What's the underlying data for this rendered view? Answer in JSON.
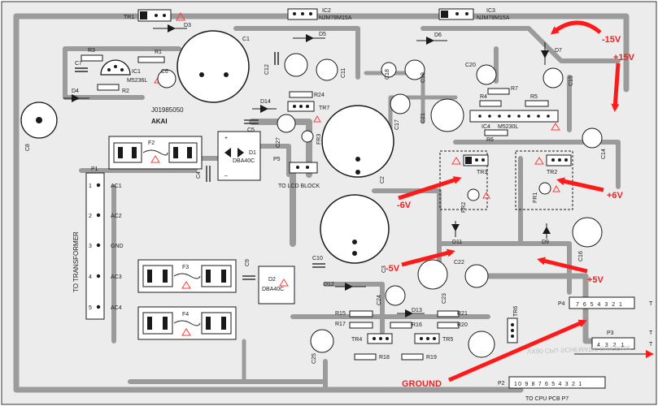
{
  "colors": {
    "board": "#ececec",
    "trace": "#9b9b9b",
    "ink": "#1a1a1a",
    "annotation": "#ff1a1a",
    "warn": "#ff3b3b"
  },
  "board": {
    "part_no": "J01985050",
    "brand": "AKAI",
    "bottom_text": "VX90 CPU SCHEMATIC DIAGRAM"
  },
  "header_parts": {
    "ic2": "IC2",
    "ic2_type": "NJM78M15A",
    "ic3": "IC3",
    "ic3_type": "NJM78M15A",
    "tr1": "TR1"
  },
  "components": {
    "r1": "R1",
    "r2": "R2",
    "r3": "R3",
    "r4": "R4",
    "r5": "R5",
    "r6": "R6",
    "r7": "R7",
    "r15": "R15",
    "r16": "R16",
    "r17": "R17",
    "r18": "R18",
    "r19": "R19",
    "r20": "R20",
    "r21": "R21",
    "r24": "R24",
    "c1": "C1",
    "c2": "C2",
    "c3": "C3",
    "c4": "C4",
    "c5": "C5",
    "c6": "C6",
    "c7": "C7",
    "c8": "C8",
    "c9": "C9",
    "c10": "C10",
    "c11": "C11",
    "c12": "C12",
    "c14": "C14",
    "c15": "C15",
    "c16": "C16",
    "c17": "C17",
    "c18": "C18",
    "c19": "C19",
    "c20": "C20",
    "c21": "C21",
    "c22": "C22",
    "c23": "C23",
    "c24": "C24",
    "c25": "C25",
    "c27": "C27",
    "d1": "D1",
    "d1_type": "DBA40C",
    "d2": "D2",
    "d2_type": "DBA40C",
    "d3": "D3",
    "d4": "D4",
    "d5": "D5",
    "d6": "D6",
    "d7": "D7",
    "d9": "D9",
    "d11": "D11",
    "d12": "D12",
    "d13": "D13",
    "d14": "D14",
    "f2": "F2",
    "f3": "F3",
    "f4": "F4",
    "fr1": "FR1",
    "fr2": "FR2",
    "fr3": "FR3",
    "tr2": "TR2",
    "tr3": "TR3",
    "tr4": "TR4",
    "tr5": "TR5",
    "tr6": "TR6",
    "tr7": "TR7",
    "ic1": "IC1",
    "ic1_type": "M5236L",
    "ic4": "IC4",
    "ic4_type": "M5230L"
  },
  "connectors": {
    "p1": "P1",
    "to_transformer": "TO TRANSFORMER",
    "p1_pins": [
      {
        "num": "1",
        "label": "AC1"
      },
      {
        "num": "2",
        "label": "AC2"
      },
      {
        "num": "3",
        "label": "GND"
      },
      {
        "num": "4",
        "label": "AC3"
      },
      {
        "num": "5",
        "label": "AC4"
      }
    ],
    "p2": "P2",
    "p2_pins": "10 9 8 7 6 5 4 3 2 1",
    "to_cpu": "TO CPU PCB P7",
    "p3": "P3",
    "p3_pins": "4 3 2 1",
    "p4": "P4",
    "p4_pins": "7 6 5 4 3 2 1",
    "p5": "P5",
    "to_lcd": "TO LCD BLOCK"
  },
  "annotations": {
    "minus15": "-15V",
    "plus15": "+15V",
    "minus6": "-6V",
    "plus6": "+6V",
    "minus5": "-5V",
    "plus5": "+5V",
    "ground": "GROUND"
  }
}
